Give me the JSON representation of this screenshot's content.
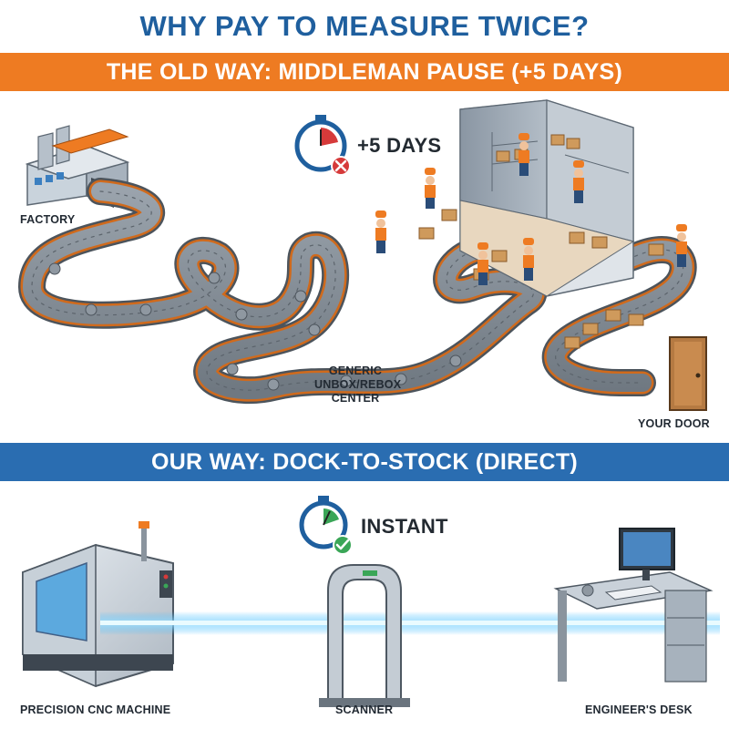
{
  "header": {
    "title": "WHY PAY TO MEASURE TWICE?"
  },
  "old_way": {
    "banner": "THE OLD WAY: MIDDLEMAN PAUSE (+5 DAYS)",
    "timer_label": "+5 DAYS",
    "labels": {
      "factory": "FACTORY",
      "center": [
        "GENERIC",
        "UNBOX/REBOX",
        "CENTER"
      ],
      "door": "YOUR DOOR"
    }
  },
  "new_way": {
    "banner": "OUR WAY: DOCK-TO-STOCK (DIRECT)",
    "timer_label": "INSTANT",
    "labels": {
      "cnc": "PRECISION CNC MACHINE",
      "scanner": "SCANNER",
      "desk": "ENGINEER'S DESK"
    }
  },
  "colors": {
    "title": "#1f5f9e",
    "old_banner": "#ee7b22",
    "new_banner": "#2a6db1",
    "conveyor": "#7d8791",
    "conveyor_edge": "#d06a1c",
    "beam": "#39b9ff",
    "alert_red": "#d63a3a",
    "ok_green": "#3aa657"
  },
  "icons": [
    "factory-icon",
    "stopwatch-icon",
    "x-badge-icon",
    "check-badge-icon",
    "box-icon",
    "worker-icon",
    "door-icon",
    "cnc-machine-icon",
    "scanner-arch-icon",
    "desk-computer-icon"
  ]
}
